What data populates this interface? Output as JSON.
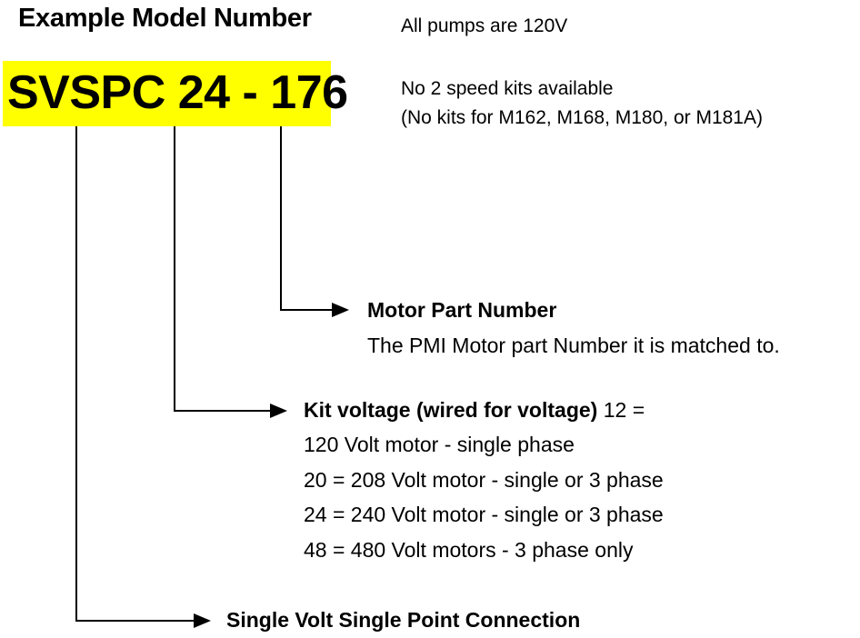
{
  "title": "Example Model Number",
  "model_number": "SVSPC 24 - 176",
  "notes": {
    "voltage": "All pumps are 120V",
    "two_speed": "No 2 speed kits available",
    "excluded": "(No kits for M162, M168, M180, or M181A)"
  },
  "segments": {
    "motor": {
      "heading": "Motor Part Number",
      "description": "The PMI Motor part Number it is matched to."
    },
    "kit": {
      "heading": "Kit voltage (wired for voltage)",
      "heading_suffix": " 12  =",
      "lines": [
        "120 Volt motor - single phase",
        "20  =  208 Volt motor - single or 3 phase",
        "24  =  240 Volt motor - single or 3 phase",
        "48  =  480 Volt motors - 3 phase only"
      ]
    },
    "prefix": {
      "heading": "Single Volt Single Point Connection"
    }
  },
  "colors": {
    "highlight": "#ffff00",
    "text": "#000000"
  }
}
